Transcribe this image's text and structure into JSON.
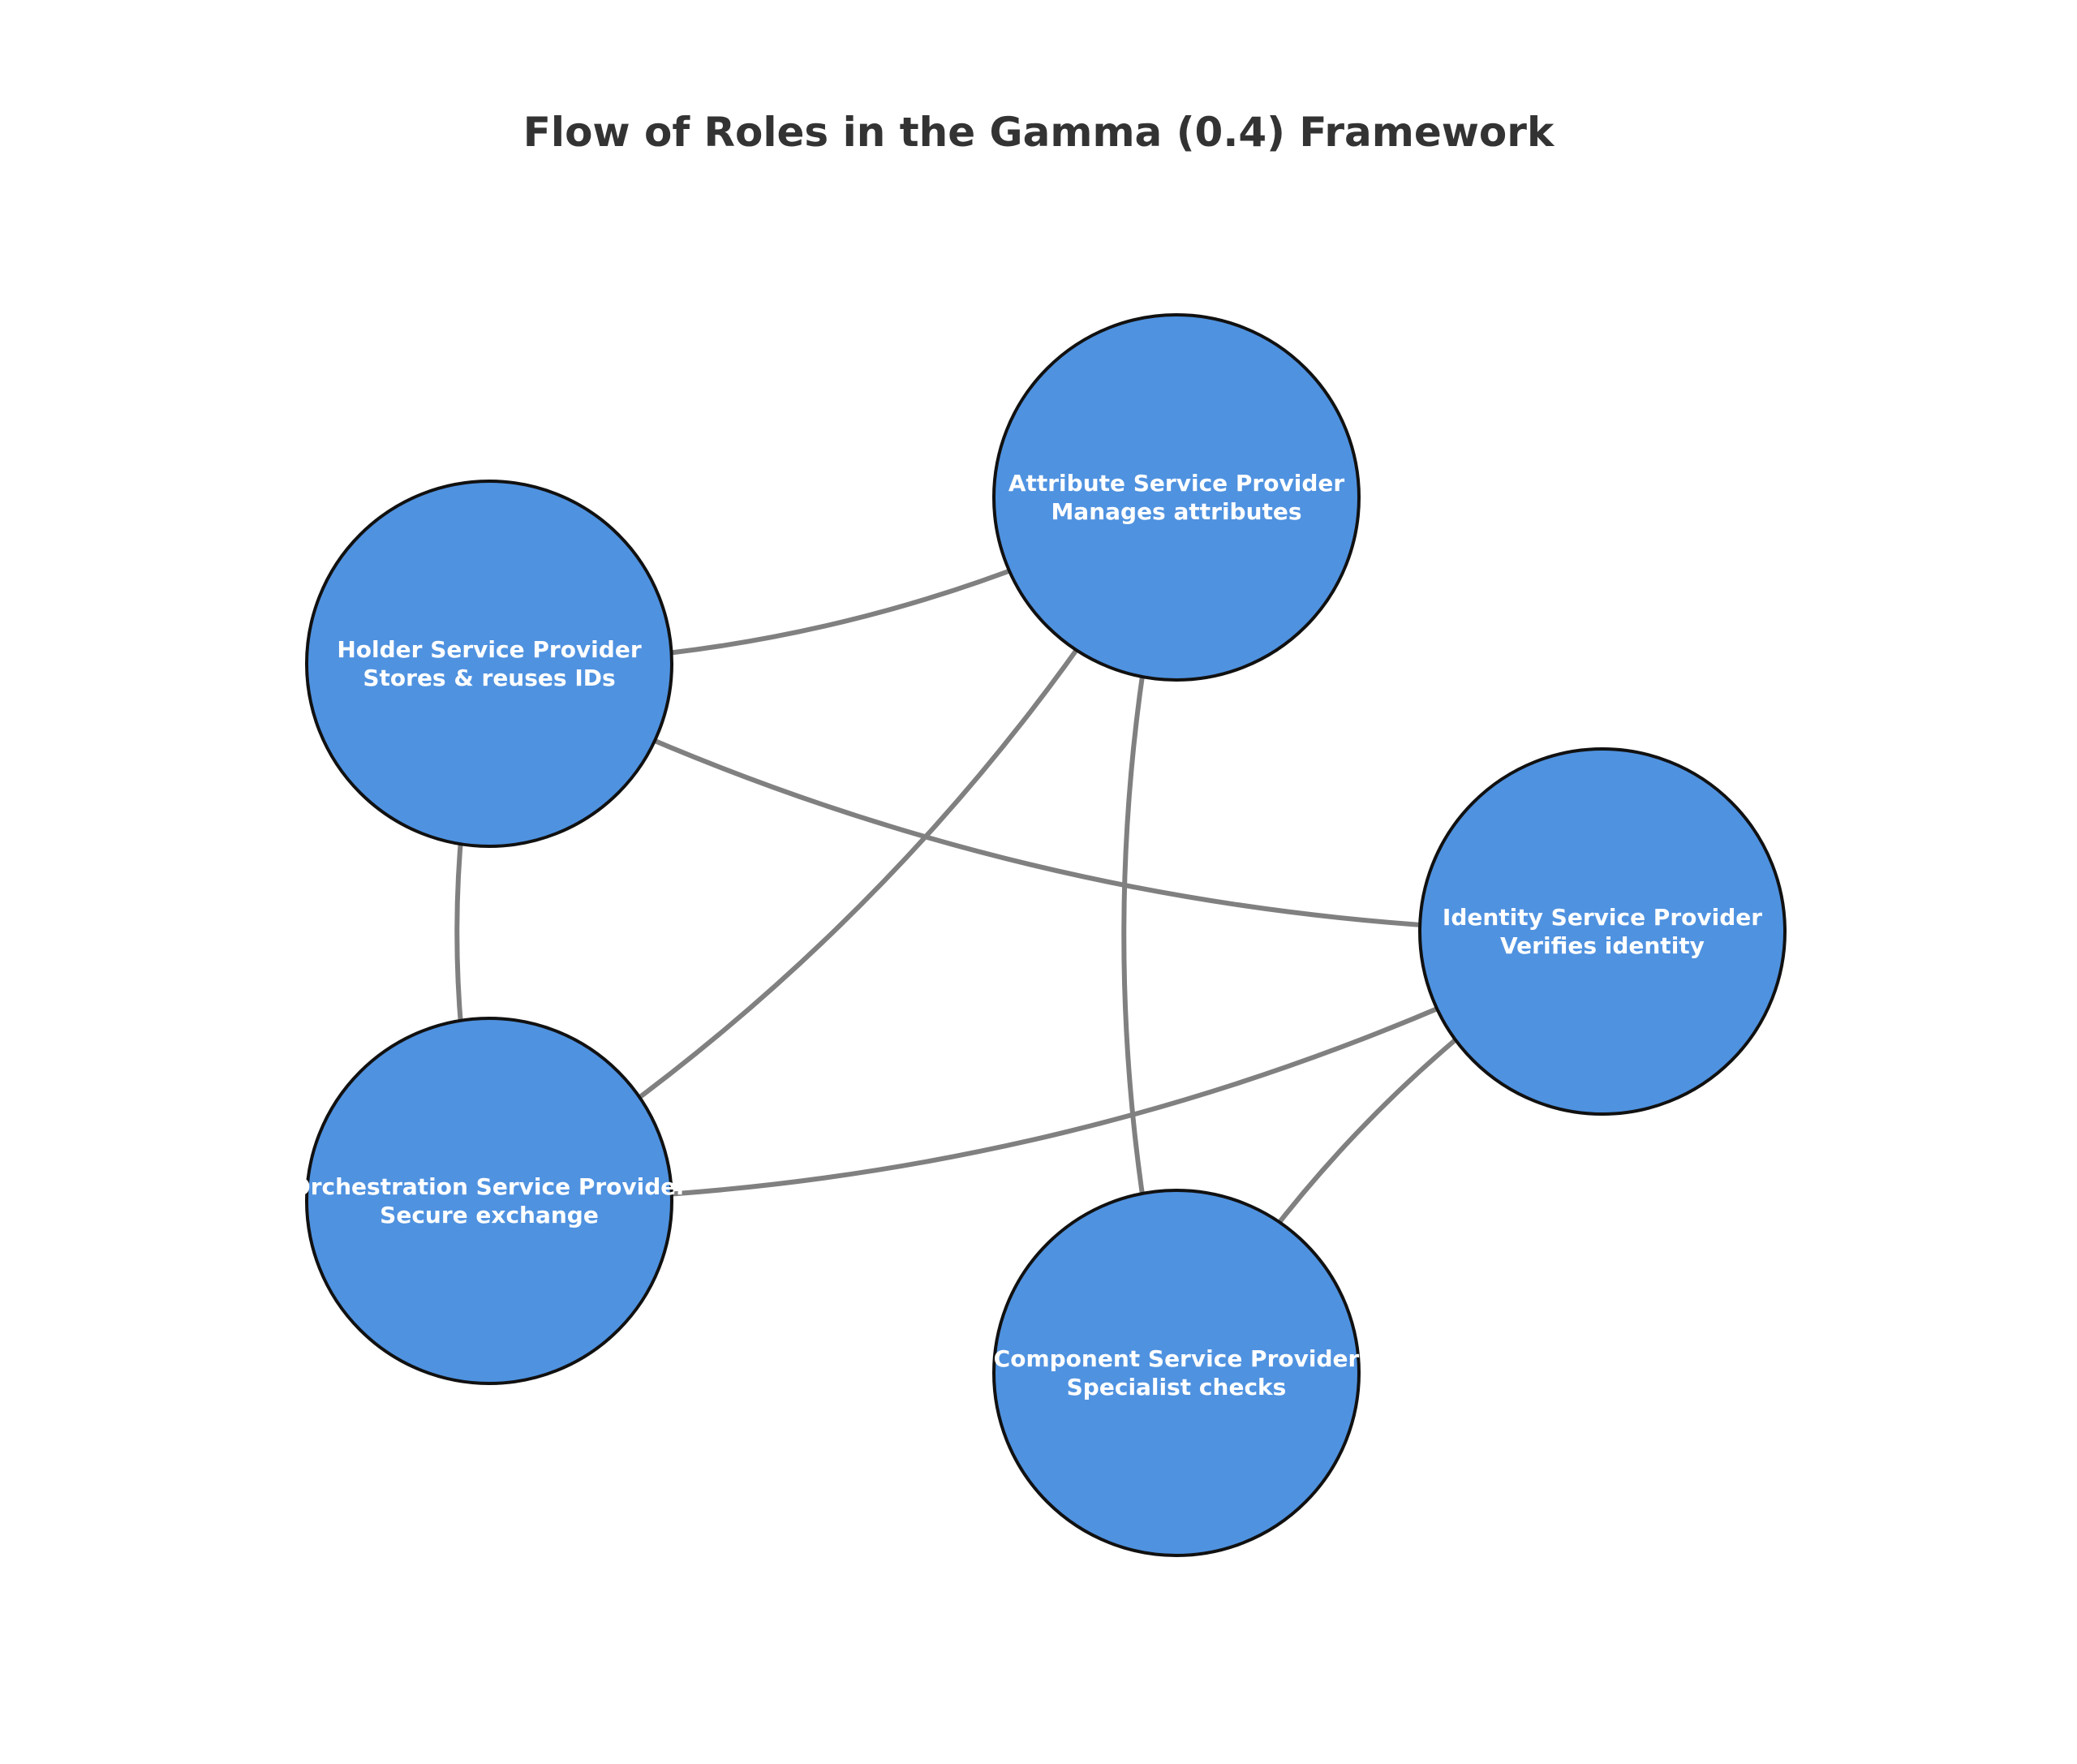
{
  "title": "Flow of Roles in the Gamma (0.4) Framework",
  "colors": {
    "node_fill": "#4f92e0",
    "node_stroke": "#111111",
    "edge": "#808080",
    "title": "#333333",
    "label": "#ffffff"
  },
  "nodes": [
    {
      "id": "holder",
      "name": "Holder Service Provider",
      "description": "Stores & reuses IDs"
    },
    {
      "id": "attribute",
      "name": "Attribute Service Provider",
      "description": "Manages attributes"
    },
    {
      "id": "identity",
      "name": "Identity Service Provider",
      "description": "Verifies identity"
    },
    {
      "id": "component",
      "name": "Component Service Provider",
      "description": "Specialist checks"
    },
    {
      "id": "orchestration",
      "name": "Orchestration Service Provider",
      "description": "Secure exchange"
    }
  ],
  "edges": [
    {
      "from": "orchestration",
      "to": "attribute"
    },
    {
      "from": "orchestration",
      "to": "identity"
    },
    {
      "from": "holder",
      "to": "attribute"
    },
    {
      "from": "holder",
      "to": "identity"
    },
    {
      "from": "holder",
      "to": "orchestration"
    },
    {
      "from": "attribute",
      "to": "component"
    },
    {
      "from": "identity",
      "to": "component"
    }
  ]
}
